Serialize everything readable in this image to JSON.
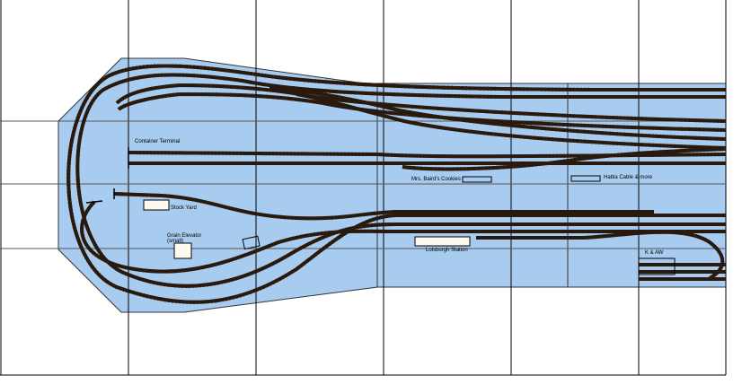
{
  "diagram": {
    "type": "model railway track plan",
    "colors": {
      "board": "#a8ccf0",
      "track": "#2a1a0e",
      "ties": "#b06a30",
      "building": "#fffaf0"
    },
    "labels": {
      "container_terminal": "Container Terminal",
      "stock_yard": "Stock Yard",
      "grain_elevator": "Grain Elevator",
      "grain_elevator_note": "(small)",
      "cookies": "Mrs. Baird's Cookies",
      "cable": "Habla Cable & more",
      "station": "Lolsburgh Station",
      "kaw": "K & AW"
    }
  }
}
